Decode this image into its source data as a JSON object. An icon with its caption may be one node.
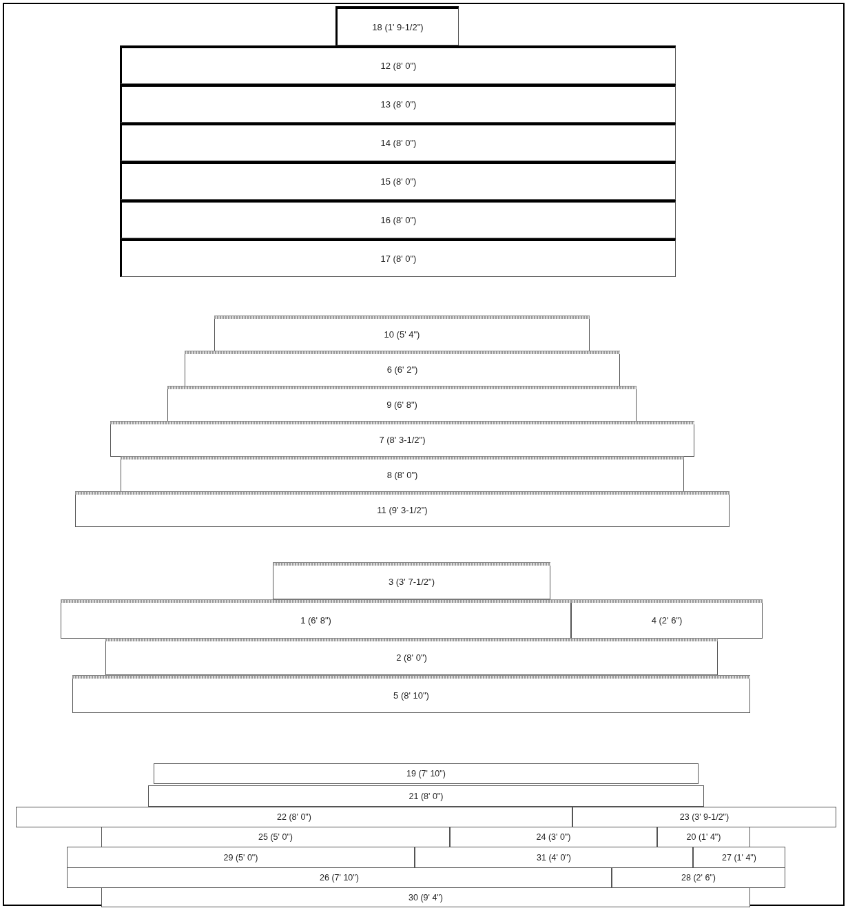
{
  "diagram": {
    "nodes": [
      {
        "text": [
          "18 (1' 9-1/2\")"
        ]
      },
      {
        "text": [
          "12 (8' 0\")"
        ]
      },
      {
        "text": [
          "13 (8' 0\")"
        ]
      },
      {
        "text": [
          "14 (8' 0\")"
        ]
      },
      {
        "text": [
          "15 (8' 0\")"
        ]
      },
      {
        "text": [
          "16 (8' 0\")"
        ]
      },
      {
        "text": [
          "17 (8' 0\")"
        ]
      },
      {
        "text": [
          "10 (5' 4\")"
        ]
      },
      {
        "text": [
          "6 (6' 2\")"
        ]
      },
      {
        "text": [
          "9 (6' 8\")"
        ]
      },
      {
        "text": [
          "7 (8' 3-1/2\")"
        ]
      },
      {
        "text": [
          "8 (8' 0\")"
        ]
      },
      {
        "text": [
          "11 (9' 3-1/2\")"
        ]
      },
      {
        "text": [
          "3 (3' 7-1/2\")"
        ]
      },
      {
        "text": [
          "1 (6' 8\")"
        ]
      },
      {
        "text": [
          "4 (2' 6\")"
        ]
      },
      {
        "text": [
          "2 (8' 0\")"
        ]
      },
      {
        "text": [
          "5 (8' 10\")"
        ]
      },
      {
        "text": [
          "19 (7' 10\")"
        ]
      },
      {
        "text": [
          "21 (8' 0\")"
        ]
      },
      {
        "text": [
          "22 (8' 0\")"
        ]
      },
      {
        "text": [
          "23 (3' 9-1/2\")"
        ]
      },
      {
        "text": [
          "25 (5' 0\")"
        ]
      },
      {
        "text": [
          "24 (3' 0\")"
        ]
      },
      {
        "text": [
          "20 (1' 4\")"
        ]
      },
      {
        "text": [
          "29 (5' 0\")"
        ]
      },
      {
        "text": [
          "31 (4' 0\")"
        ]
      },
      {
        "text": [
          "27 (1' 4\")"
        ]
      },
      {
        "text": [
          "26 (7' 10\")"
        ]
      },
      {
        "text": [
          "28 (2' 6\")"
        ]
      },
      {
        "text": [
          "30 (9' 4\")"
        ]
      }
    ]
  }
}
